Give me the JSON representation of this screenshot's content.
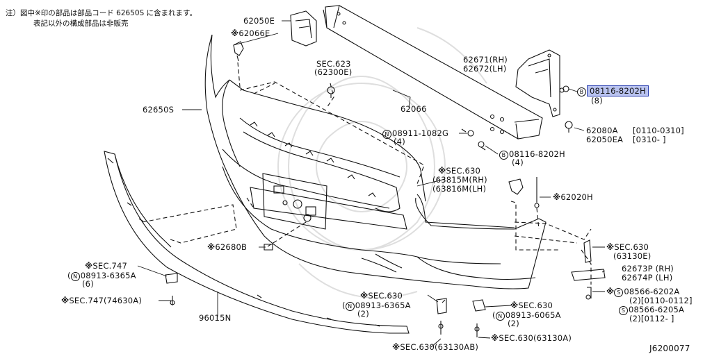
{
  "notes": {
    "line1": "注）図中※印の部品は部品コード 62650S に含まれます。",
    "line2": "表記以外の構成部品は非販売"
  },
  "diagram_id": "J6200077",
  "labels": {
    "p62050E": "62050E",
    "p62066E": "62066E",
    "sec623_a": "SEC.623",
    "sec623_b": "(62300E)",
    "p62650S": "62650S",
    "p62066": "62066",
    "p62671": "62671(RH)",
    "p62672": "62672(LH)",
    "b08116_top": "08116-8202H",
    "b08116_top_qty": "(8)",
    "n08911": "08911-1082G",
    "n08911_qty": "(4)",
    "b08116_mid": "08116-8202H",
    "b08116_mid_qty": "(4)",
    "p62080A": "62080A",
    "p62080A_range": "[0110-0310]",
    "p62050EA": "62050EA",
    "p62050EA_range": "[0310-  ]",
    "sec630_a": "SEC.630",
    "p63815M": "(63815M(RH)",
    "p63816M": "(63816M(LH)",
    "p62020H": "62020H",
    "p62680B": "62680B",
    "sec630_63130E_a": "SEC.630",
    "sec630_63130E_b": "(63130E)",
    "p62673P": "62673P (RH)",
    "p62674P": "62674P (LH)",
    "sec747_a": "SEC.747",
    "n08913_a": "08913-6365A",
    "n08913_a_qty": "(6)",
    "sec747_74630A": "SEC.747(74630A)",
    "s08566_6202A": "08566-6202A",
    "s08566_6202A_qty": "(2)[0110-0112]",
    "s08566_6205A": "08566-6205A",
    "s08566_6205A_qty": "(2)[0112-    ]",
    "p96015N": "96015N",
    "sec630_b": "SEC.630",
    "n08913_b": "08913-6365A",
    "n08913_b_qty": "(2)",
    "sec630_c": "SEC.630",
    "n08913_6065A": "08913-6065A",
    "n08913_6065A_qty": "(2)",
    "sec630_63130AB": "SEC.630(63130AB)",
    "sec630_63130A": "SEC.630(63130A)"
  },
  "symbols": {
    "asterisk": "※",
    "b": "B",
    "n": "N",
    "s": "S"
  },
  "colors": {
    "line": "#111111",
    "highlight_fill": "#b9c3f0",
    "highlight_border": "#2a3fb0",
    "watermark": "#dcdcdc"
  }
}
